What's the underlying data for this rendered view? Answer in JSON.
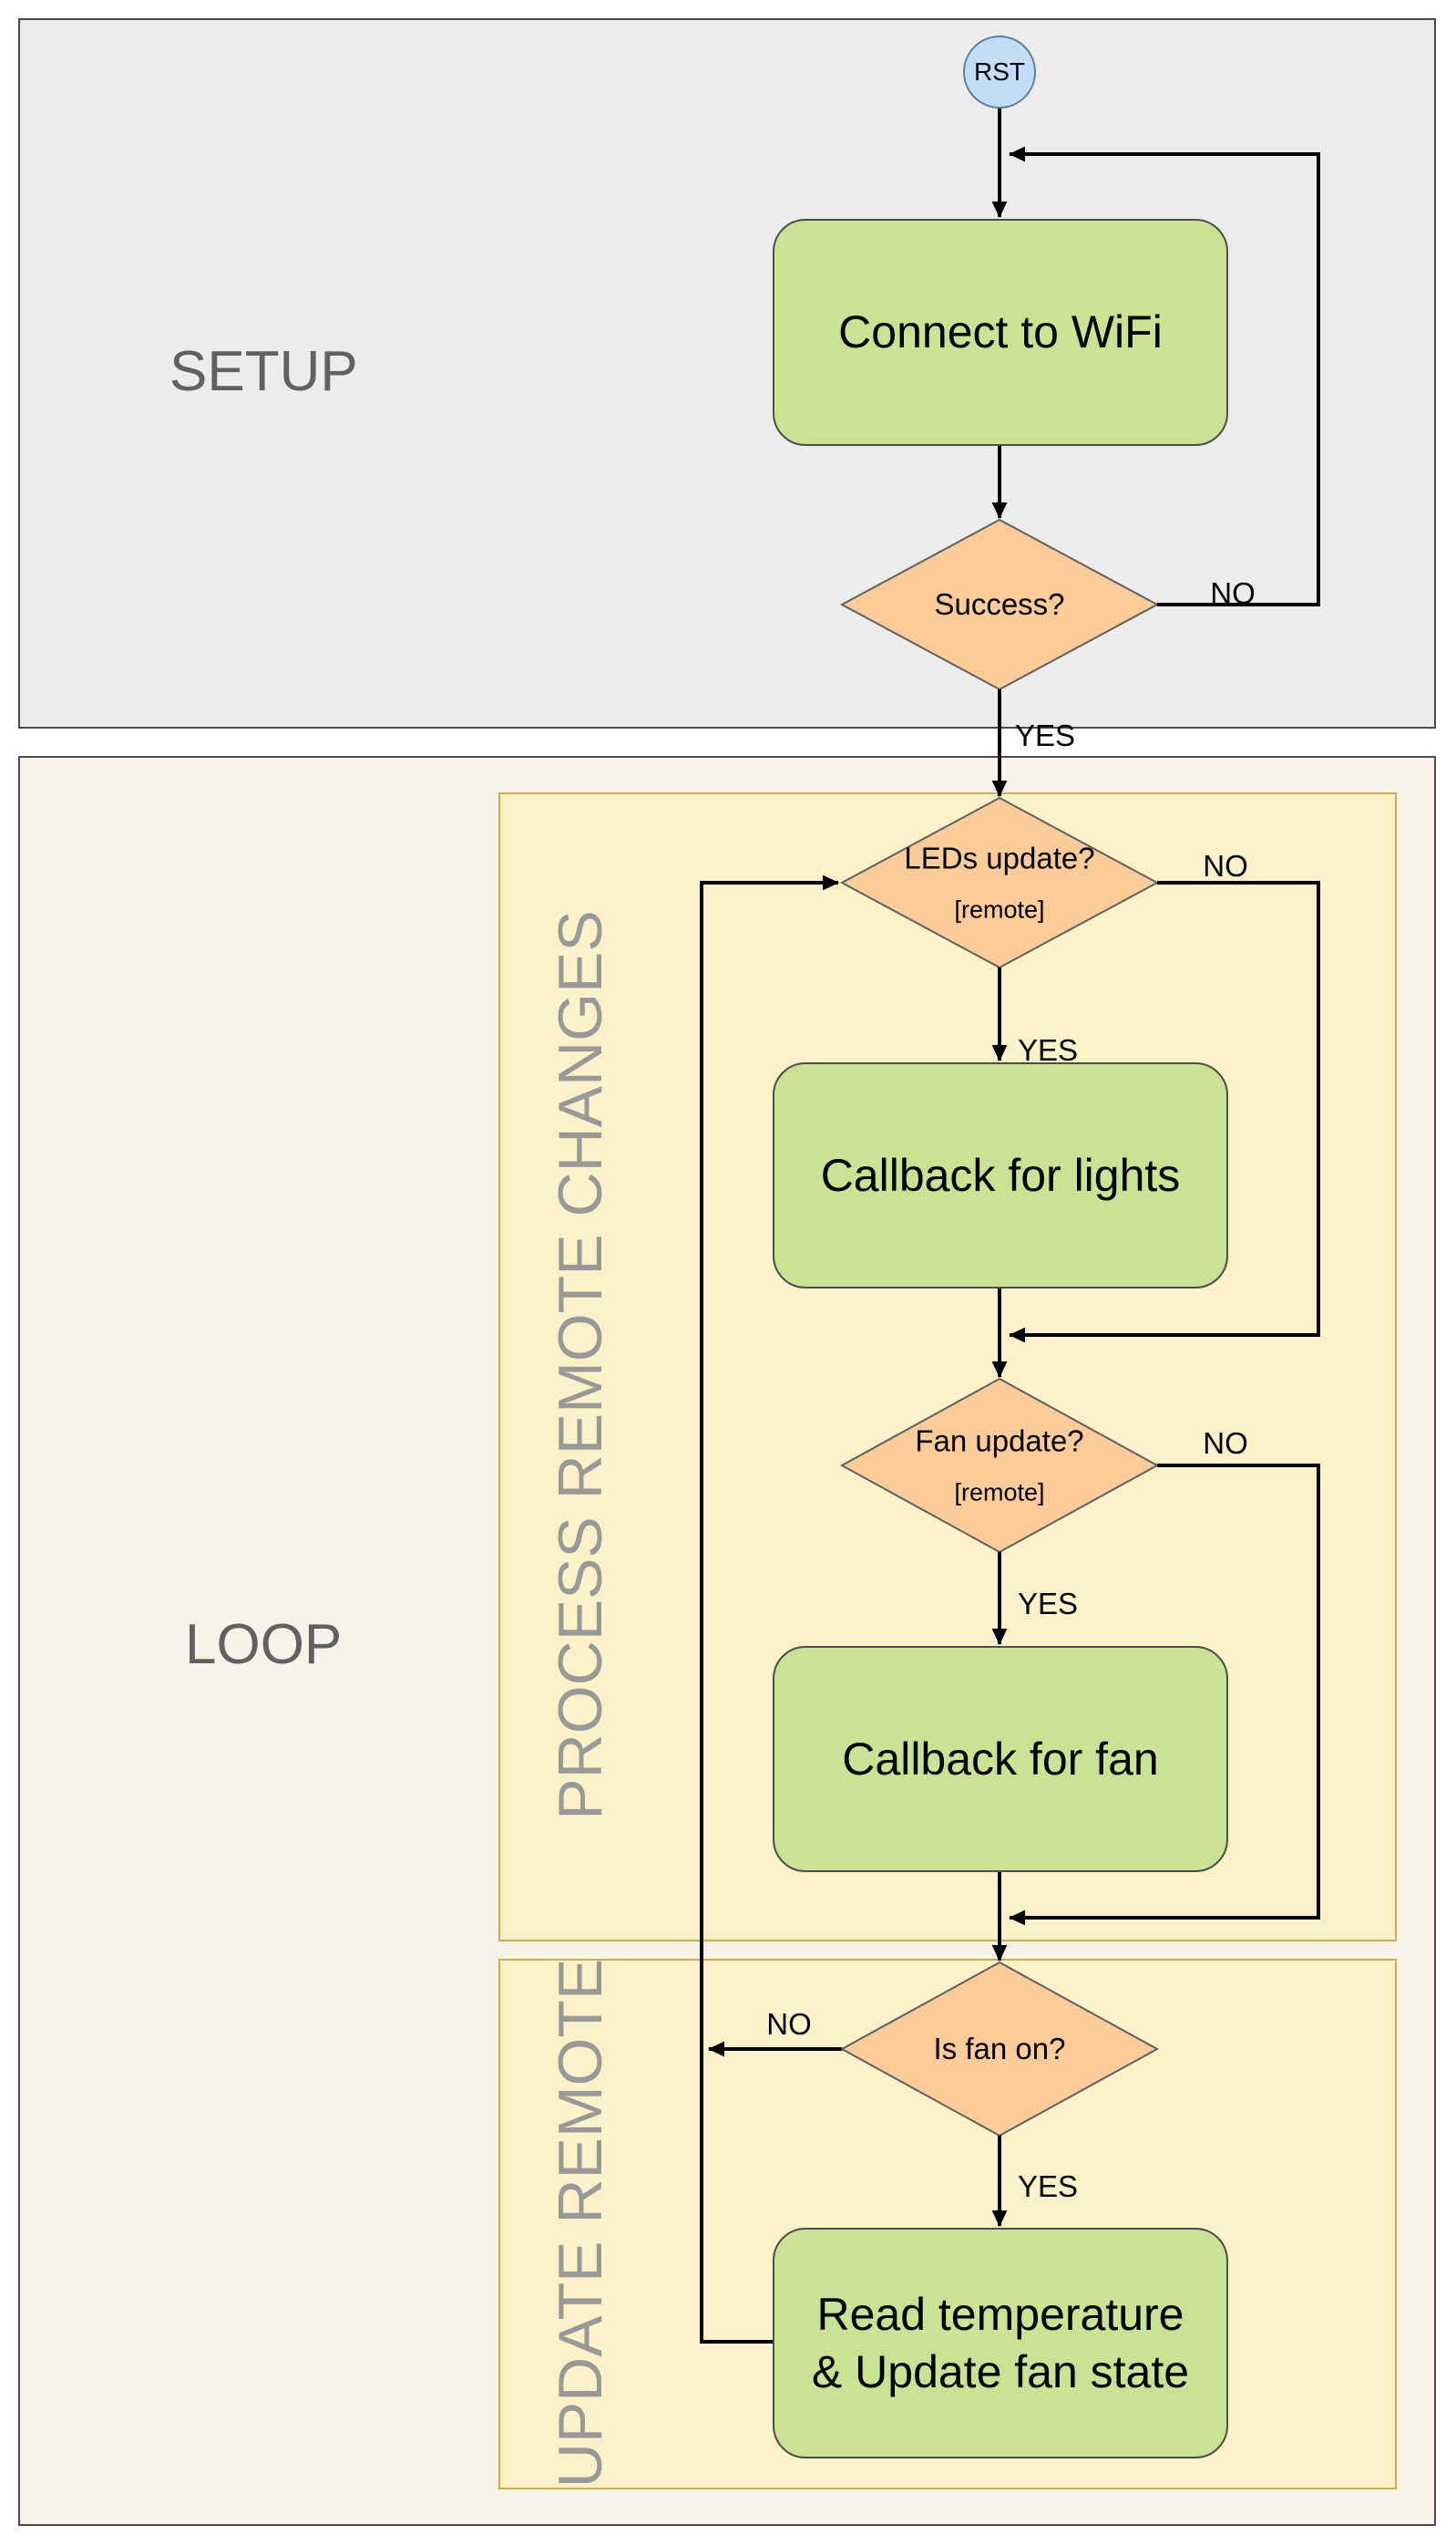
{
  "sections": {
    "setup": {
      "label": "SETUP"
    },
    "loop": {
      "label": "LOOP"
    },
    "process_remote": {
      "label": "PROCESS REMOTE CHANGES"
    },
    "update_remote": {
      "label": "UPDATE REMOTE"
    }
  },
  "nodes": {
    "rst": "RST",
    "connect_wifi": "Connect to WiFi",
    "success": "Success?",
    "leds_update": {
      "label": "LEDs update?",
      "sublabel": "[remote]"
    },
    "callback_lights": "Callback for lights",
    "fan_update": {
      "label": "Fan update?",
      "sublabel": "[remote]"
    },
    "callback_fan": "Callback for fan",
    "is_fan_on": "Is fan on?",
    "read_update": {
      "line1": "Read temperature",
      "line2": "& Update fan state"
    }
  },
  "edge_labels": {
    "success_yes": "YES",
    "success_no": "NO",
    "leds_yes": "YES",
    "leds_no": "NO",
    "fan_yes": "YES",
    "fan_no": "NO",
    "is_fan_on_yes": "YES",
    "is_fan_on_no": "NO"
  },
  "colors": {
    "process_fill": "#c9e293",
    "process_border": "#4d4d4d",
    "decision_fill": "#fbcc99",
    "decision_border": "#5f5f5f",
    "start_fill": "#c3ddf7",
    "start_border": "#5f7c9e",
    "setup_fill": "#ececec",
    "loop_fill": "#f7f3e8",
    "outer_border": "#4a4a4a",
    "subsection_fill": "#fdf1ca",
    "subsection_border": "#d0ab50",
    "section_label": "#616161",
    "vertical_label": "#999999",
    "edge": "#000000"
  }
}
